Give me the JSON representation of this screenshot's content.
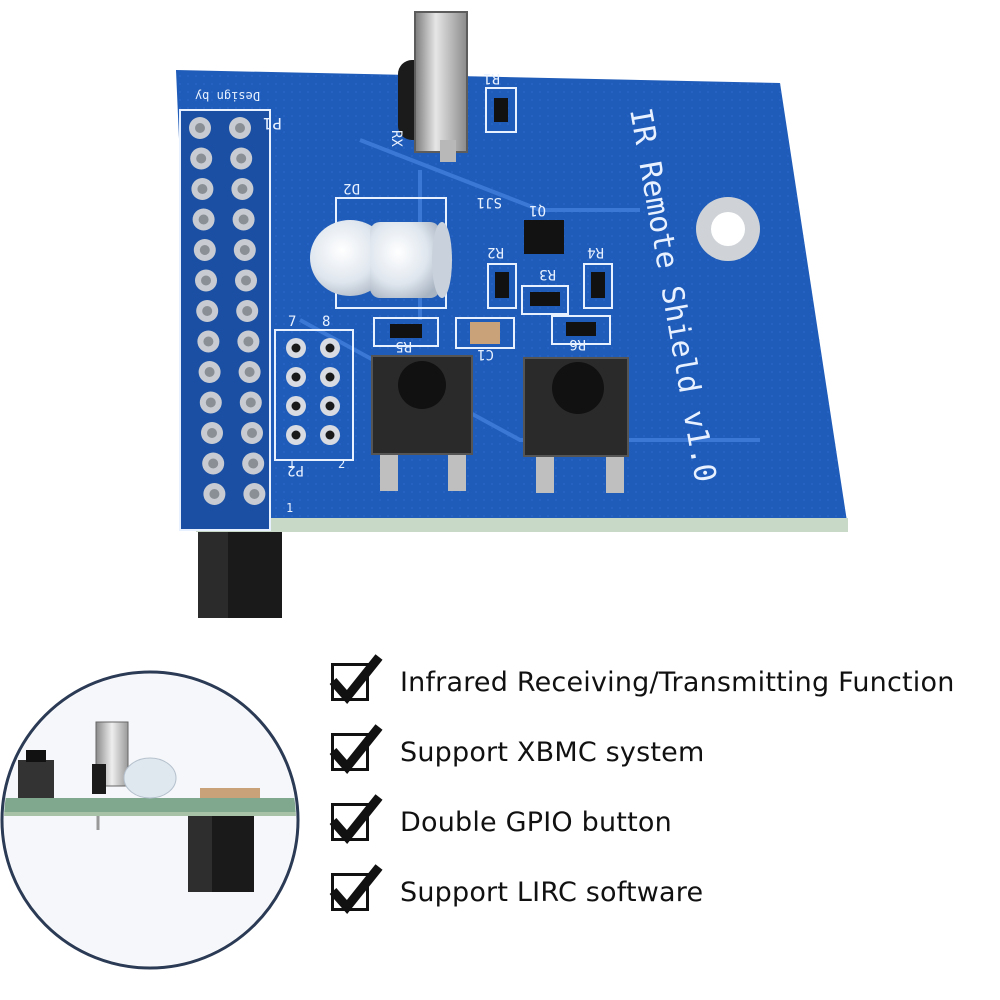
{
  "board": {
    "title": "IR Remote Shield v1.0",
    "labels": {
      "rx": "RX",
      "r1": "R1",
      "d2": "D2",
      "sj1": "SJ1",
      "q1": "Q1",
      "r2": "R2",
      "r3": "R3",
      "r4": "R4",
      "r5": "R5",
      "r6": "R6",
      "c1": "C1",
      "p1": "P1",
      "p2": "P2",
      "pin7": "7",
      "pin8": "8",
      "pin1": "1",
      "pin2": "2",
      "pin1b": "1",
      "design": "Design by"
    }
  },
  "features": [
    {
      "label": "Infrared Receiving/Transmitting Function"
    },
    {
      "label": "Support XBMC system"
    },
    {
      "label": "Double GPIO button"
    },
    {
      "label": "Support LIRC software"
    }
  ],
  "colors": {
    "pcb": "#1f5bb8",
    "pcb_dark": "#17489a",
    "check": "#111111"
  }
}
